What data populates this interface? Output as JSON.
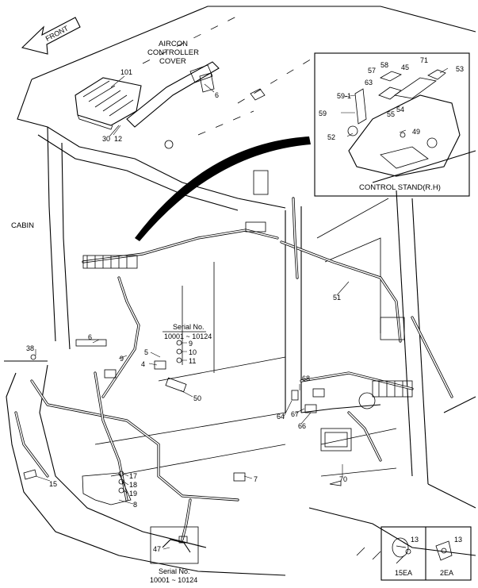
{
  "front_arrow": {
    "label": "FRONT"
  },
  "cabin_label": "CABIN",
  "aircon_caption": {
    "line1": "AIRCON",
    "line2": "CONTROLLER",
    "line3": "COVER"
  },
  "control_stand_caption": "CONTROL STAND(R.H)",
  "serial_callout_1": {
    "line1": "Serial No.",
    "line2": "10001 ~ 10124"
  },
  "serial_callout_2": {
    "line1": "Serial No.",
    "line2": "10001 ~ 10124"
  },
  "qty_boxes": [
    {
      "ref": "13",
      "qty": "15EA"
    },
    {
      "ref": "13",
      "qty": "2EA"
    }
  ],
  "part_refs": {
    "p101": "101",
    "p6a": "6",
    "p30": "30",
    "p12": "12",
    "p57": "57",
    "p58": "58",
    "p45": "45",
    "p71": "71",
    "p53": "53",
    "p591": "59-1",
    "p63": "63",
    "p59": "59",
    "p55": "55",
    "p54": "54",
    "p52": "52",
    "p49": "49",
    "p51": "51",
    "p6b": "6",
    "p38": "38",
    "p9a": "9",
    "p9b": "9",
    "p10": "10",
    "p11": "11",
    "p5": "5",
    "p4": "4",
    "p50": "50",
    "p68": "68",
    "p64": "64",
    "p67": "67",
    "p66": "66",
    "p70": "70",
    "p15": "15",
    "p17": "17",
    "p18": "18",
    "p19": "19",
    "p8": "8",
    "p7": "7",
    "p47": "47"
  }
}
